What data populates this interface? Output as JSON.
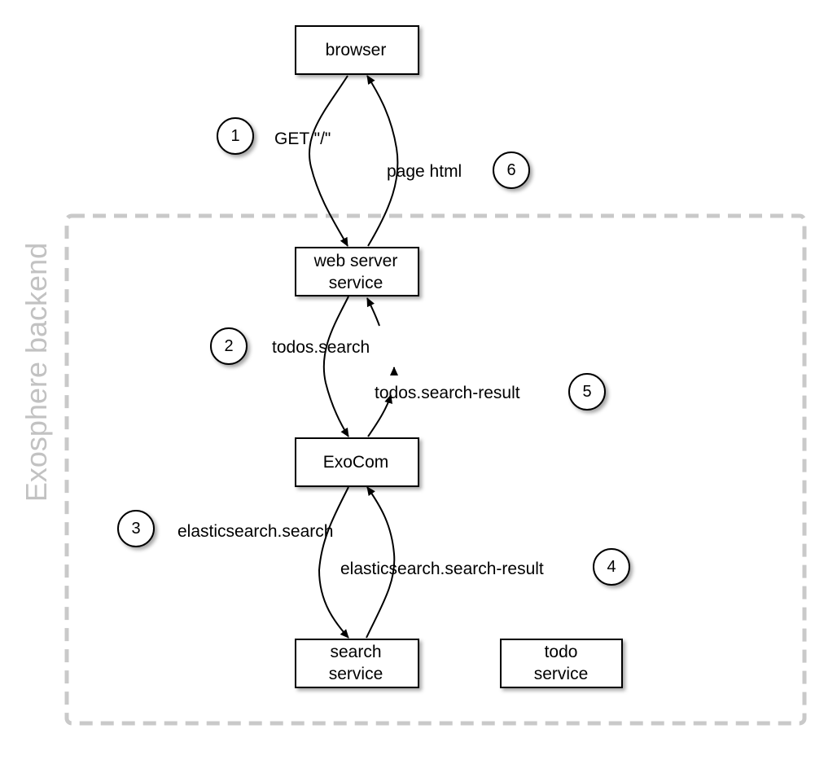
{
  "diagram": {
    "boundary_label": "Exosphere backend",
    "nodes": {
      "browser": {
        "line1": "browser"
      },
      "web_server": {
        "line1": "web server",
        "line2": "service"
      },
      "exocom": {
        "line1": "ExoCom"
      },
      "search_service": {
        "line1": "search",
        "line2": "service"
      },
      "todo_service": {
        "line1": "todo",
        "line2": "service"
      }
    },
    "edges": {
      "get_root": {
        "label": "GET \"/\"",
        "step": "1"
      },
      "todos_search": {
        "label": "todos.search",
        "step": "2"
      },
      "es_search": {
        "label": "elasticsearch.search",
        "step": "3"
      },
      "es_search_result": {
        "label": "elasticsearch.search-result",
        "step": "4"
      },
      "todos_search_result": {
        "label": "todos.search-result",
        "step": "5"
      },
      "page_html": {
        "label": "page html",
        "step": "6"
      }
    },
    "colors": {
      "boundary": "#c9c9c9",
      "boundary_label": "#c2c2c2",
      "stroke": "#000000"
    }
  }
}
